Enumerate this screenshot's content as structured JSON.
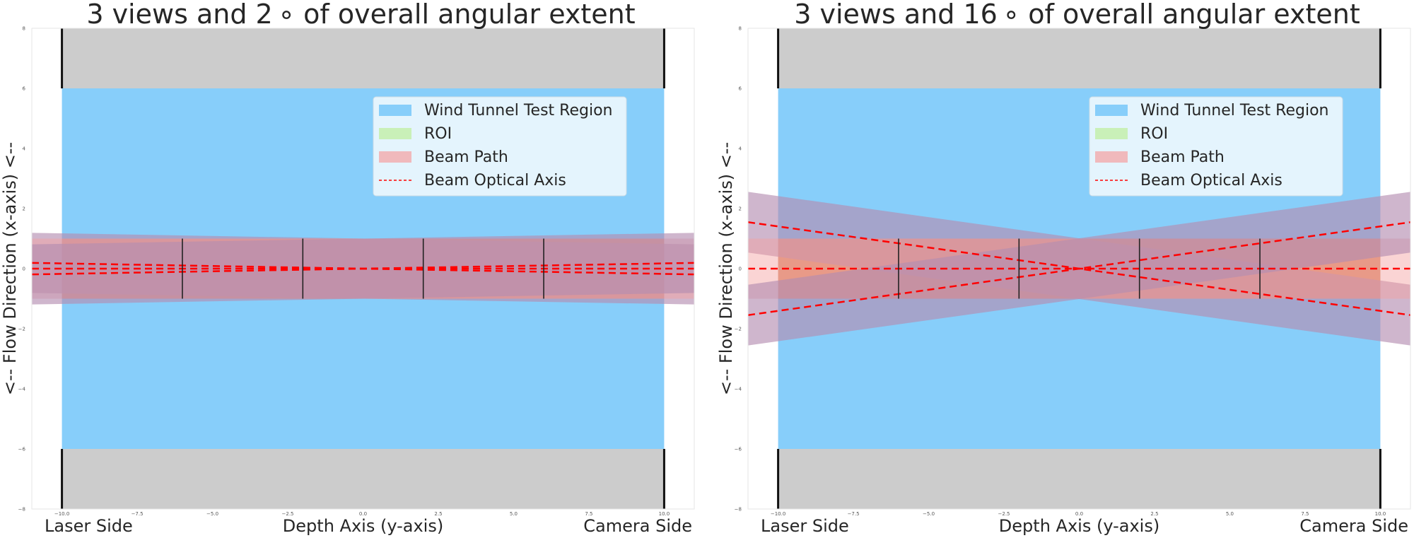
{
  "colors": {
    "tunnel": "#87cefa",
    "roi": "#c9f0b8",
    "beam": "#f5a0a0",
    "beam_overlap": "#7f7fc0",
    "axis_line": "#ff0000",
    "gray_band": "#cccccc",
    "wall": "#111111",
    "roi_fill": "#e57860"
  },
  "chart_data": [
    {
      "type": "area",
      "title": "3 views and 2$^\\circ$ of overall angular extent",
      "title_text": "3 views and 2 ∘ of overall angular extent",
      "xlabel": "Depth Axis (y-axis)",
      "ylabel": "<-- Flow Direction (x-axis) <--",
      "left_label": "Laser Side",
      "right_label": "Camera Side",
      "xlim": [
        -11,
        11
      ],
      "ylim": [
        -8,
        8
      ],
      "xticks": [
        -10.0,
        -7.5,
        -5.0,
        -2.5,
        0.0,
        2.5,
        5.0,
        7.5,
        10.0
      ],
      "xtick_labels": [
        "−10.0",
        "−7.5",
        "−5.0",
        "−2.5",
        "0.0",
        "2.5",
        "5.0",
        "7.5",
        "10.0"
      ],
      "yticks": [
        -8,
        -6,
        -4,
        -2,
        0,
        2,
        4,
        6,
        8
      ],
      "ytick_labels": [
        "−8",
        "−6",
        "−4",
        "−2",
        "0",
        "2",
        "4",
        "6",
        "8"
      ],
      "grid": false,
      "tunnel_region": {
        "x": [
          -10,
          10
        ],
        "y": [
          -6,
          6
        ]
      },
      "roi": {
        "x": [
          -10,
          10
        ],
        "y": [
          -1,
          1
        ]
      },
      "wall_x": [
        -10,
        10
      ],
      "roi_dividers_x": [
        -6,
        -2,
        2,
        6
      ],
      "beam_angles_deg": [
        -1,
        0,
        1
      ],
      "beam_half_width": 1.0,
      "beam_x_extent": [
        -11,
        11
      ],
      "legend": {
        "position": "upper right",
        "entries": [
          "Wind Tunnel Test Region",
          "ROI",
          "Beam Path",
          "Beam Optical Axis"
        ]
      }
    },
    {
      "type": "area",
      "title": "3 views and 16$^\\circ$ of overall angular extent",
      "title_text": "3 views and 16 ∘ of overall angular extent",
      "xlabel": "Depth Axis (y-axis)",
      "ylabel": "<-- Flow Direction (x-axis) <--",
      "left_label": "Laser Side",
      "right_label": "Camera Side",
      "xlim": [
        -11,
        11
      ],
      "ylim": [
        -8,
        8
      ],
      "xticks": [
        -10.0,
        -7.5,
        -5.0,
        -2.5,
        0.0,
        2.5,
        5.0,
        7.5,
        10.0
      ],
      "xtick_labels": [
        "−10.0",
        "−7.5",
        "−5.0",
        "−2.5",
        "0.0",
        "2.5",
        "5.0",
        "7.5",
        "10.0"
      ],
      "yticks": [
        -8,
        -6,
        -4,
        -2,
        0,
        2,
        4,
        6,
        8
      ],
      "ytick_labels": [
        "−8",
        "−6",
        "−4",
        "−2",
        "0",
        "2",
        "4",
        "6",
        "8"
      ],
      "grid": false,
      "tunnel_region": {
        "x": [
          -10,
          10
        ],
        "y": [
          -6,
          6
        ]
      },
      "roi": {
        "x": [
          -10,
          10
        ],
        "y": [
          -1,
          1
        ]
      },
      "wall_x": [
        -10,
        10
      ],
      "roi_dividers_x": [
        -6,
        -2,
        2,
        6
      ],
      "beam_angles_deg": [
        -8,
        0,
        8
      ],
      "beam_half_width": 1.0,
      "beam_x_extent": [
        -11,
        11
      ],
      "legend": {
        "position": "upper right",
        "entries": [
          "Wind Tunnel Test Region",
          "ROI",
          "Beam Path",
          "Beam Optical Axis"
        ]
      }
    }
  ]
}
